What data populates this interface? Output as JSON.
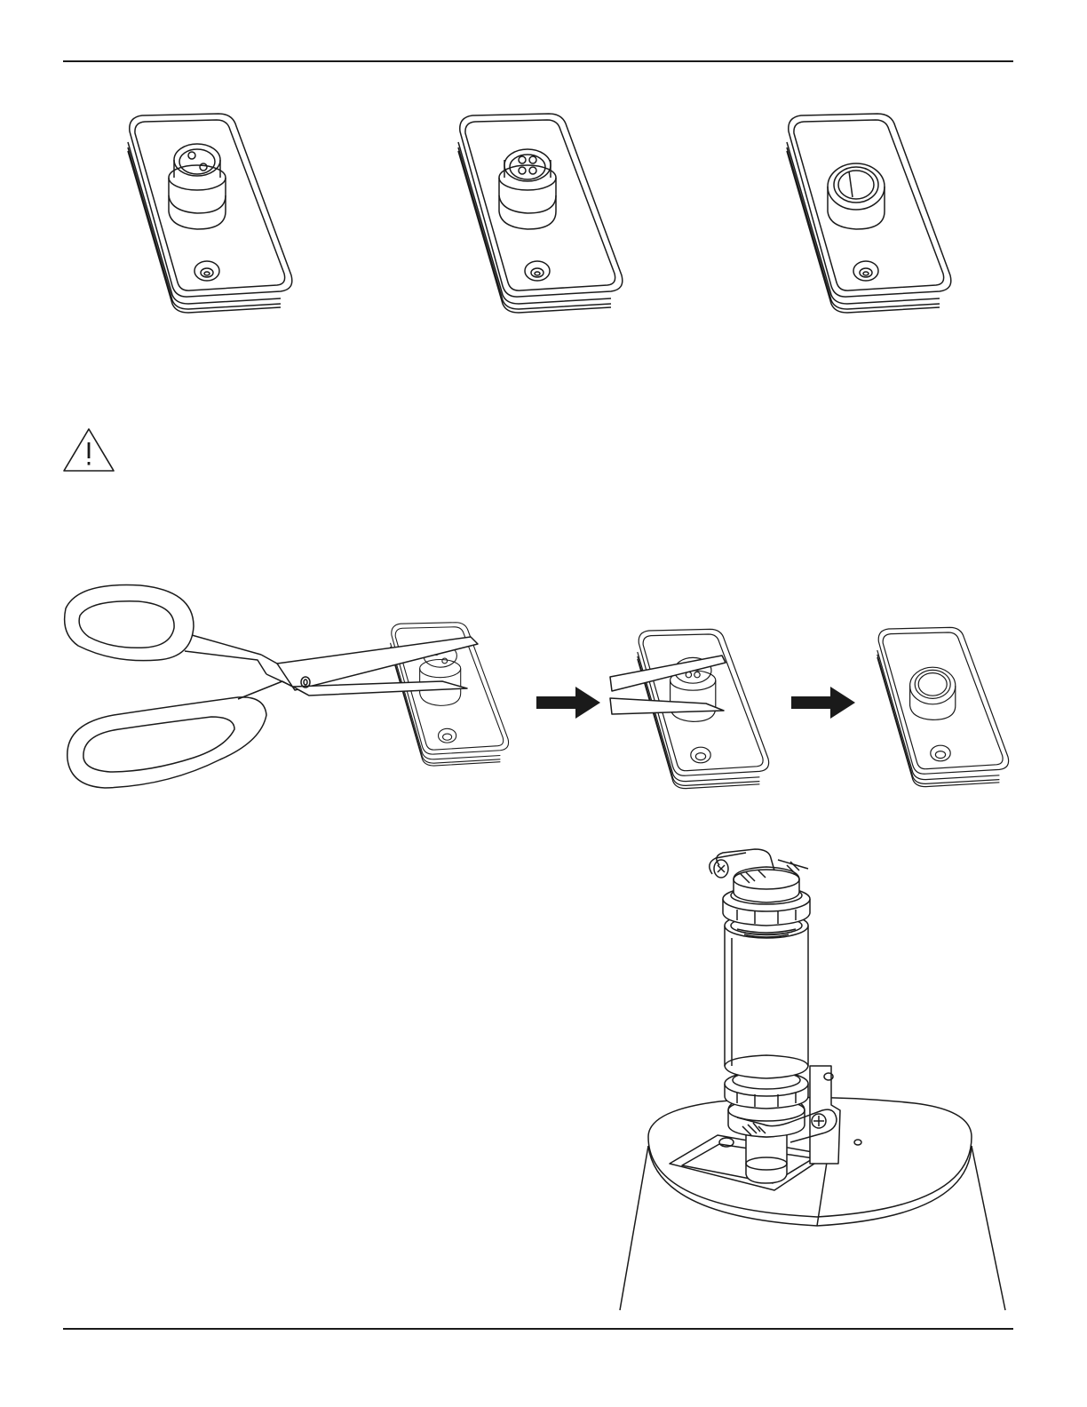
{
  "page": {
    "background": "#ffffff",
    "line_color": "#1a1a1a"
  },
  "illustrations": {
    "top_row": [
      "cable-gland-plate-two-hole-insert",
      "cable-gland-plate-four-hole-insert",
      "cable-gland-plate-open-insert"
    ],
    "warning": "warning-triangle-icon",
    "cutting_sequence": [
      "scissors-cutting-insert",
      "arrow-right-icon",
      "insert-cut-open",
      "arrow-right-icon",
      "insert-removed-plate"
    ],
    "assembly": "conduit-adapter-assembly-on-speaker"
  }
}
